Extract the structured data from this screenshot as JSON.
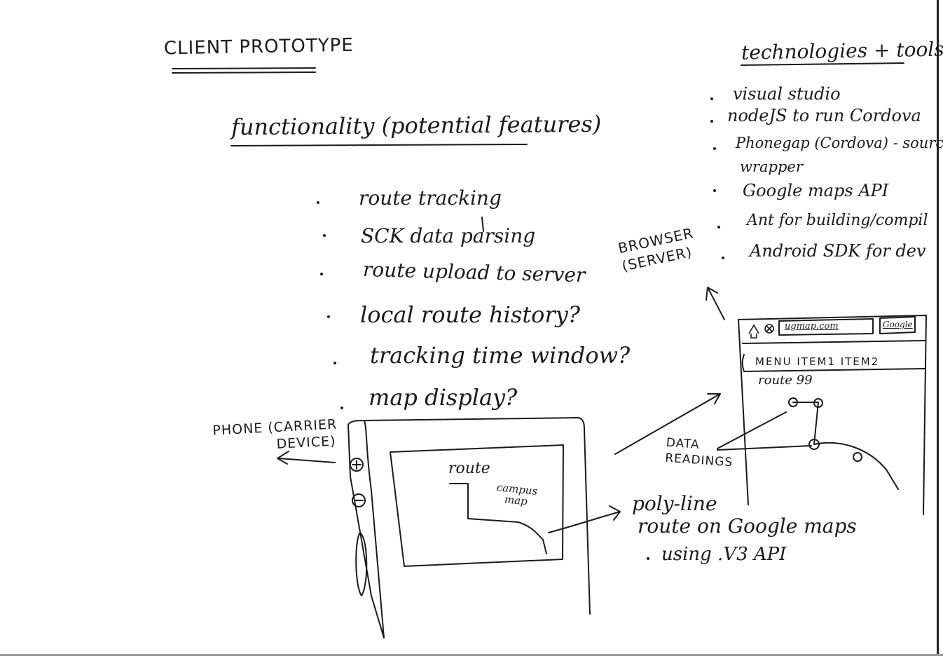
{
  "title": "CLIENT PROTOTYPE",
  "functionality": {
    "heading": "functionality (potential features)",
    "items": [
      "route tracking",
      "SCK data parsing",
      "route upload to server",
      "local route history?",
      "tracking time window?",
      "map display?"
    ]
  },
  "technologies": {
    "heading": "technologies + tools:",
    "items": [
      "visual studio",
      "nodeJS to run Cordova",
      "Phonegap (Cordova) - source",
      "wrapper",
      "Google maps API",
      "Ant for building/compil",
      "Android SDK for dev"
    ]
  },
  "phone": {
    "label_line1": "PHONE (CARRIER",
    "label_line2": "DEVICE)",
    "screen_route": "route",
    "screen_map_line1": "campus",
    "screen_map_line2": "map"
  },
  "browser": {
    "label_line1": "BROWSER",
    "label_line2": "(SERVER)",
    "url": "ugmap.com",
    "search_button": "Google",
    "menu": "MENU ITEM1 ITEM2",
    "route_label": "route 99"
  },
  "annotations": {
    "data_readings_line1": "DATA",
    "data_readings_line2": "READINGS",
    "polyline_line1": "poly-line",
    "polyline_line2": "route on Google maps",
    "polyline_line3": "using .V3 API"
  }
}
